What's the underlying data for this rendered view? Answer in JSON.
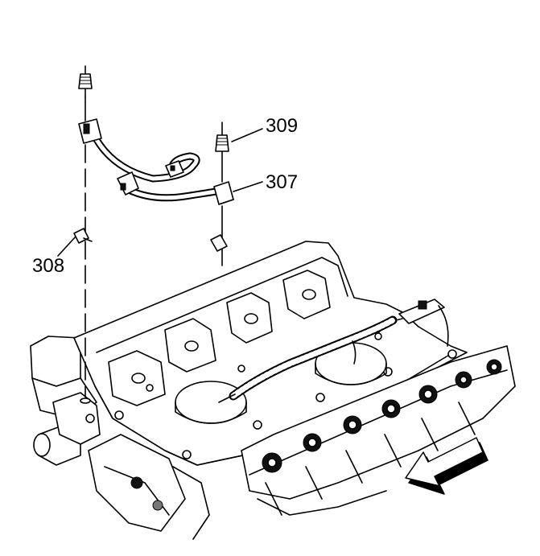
{
  "callouts": {
    "c309": "309",
    "c307": "307",
    "c308": "308"
  },
  "colors": {
    "line": "#000000",
    "background": "#ffffff"
  },
  "icons": {
    "direction_arrow": "front-direction-arrow-icon"
  }
}
